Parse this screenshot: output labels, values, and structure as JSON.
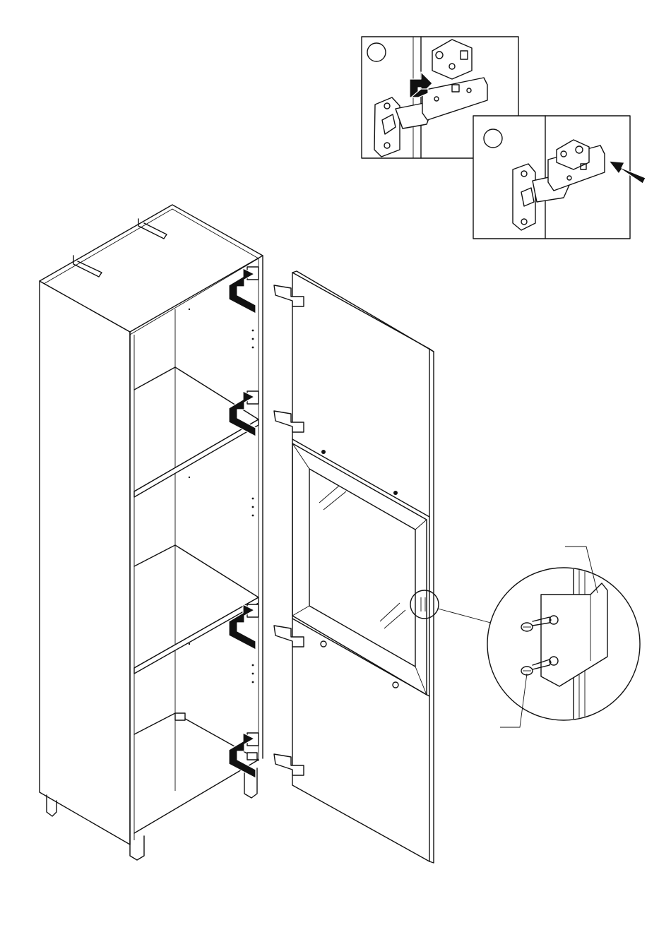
{
  "diagram": {
    "kind": "assembly-instruction",
    "step_description": "",
    "detail_callouts": [
      {
        "id": "detail-1",
        "label": ""
      },
      {
        "id": "detail-2",
        "label": ""
      }
    ],
    "icons": [
      "cabinet-icon",
      "door-icon",
      "hinge-icon",
      "screw-icon",
      "push-arrow-icon",
      "magnifier-icon"
    ],
    "colors": {
      "line": "#111111",
      "background": "#ffffff",
      "arrow": "#111111"
    }
  }
}
